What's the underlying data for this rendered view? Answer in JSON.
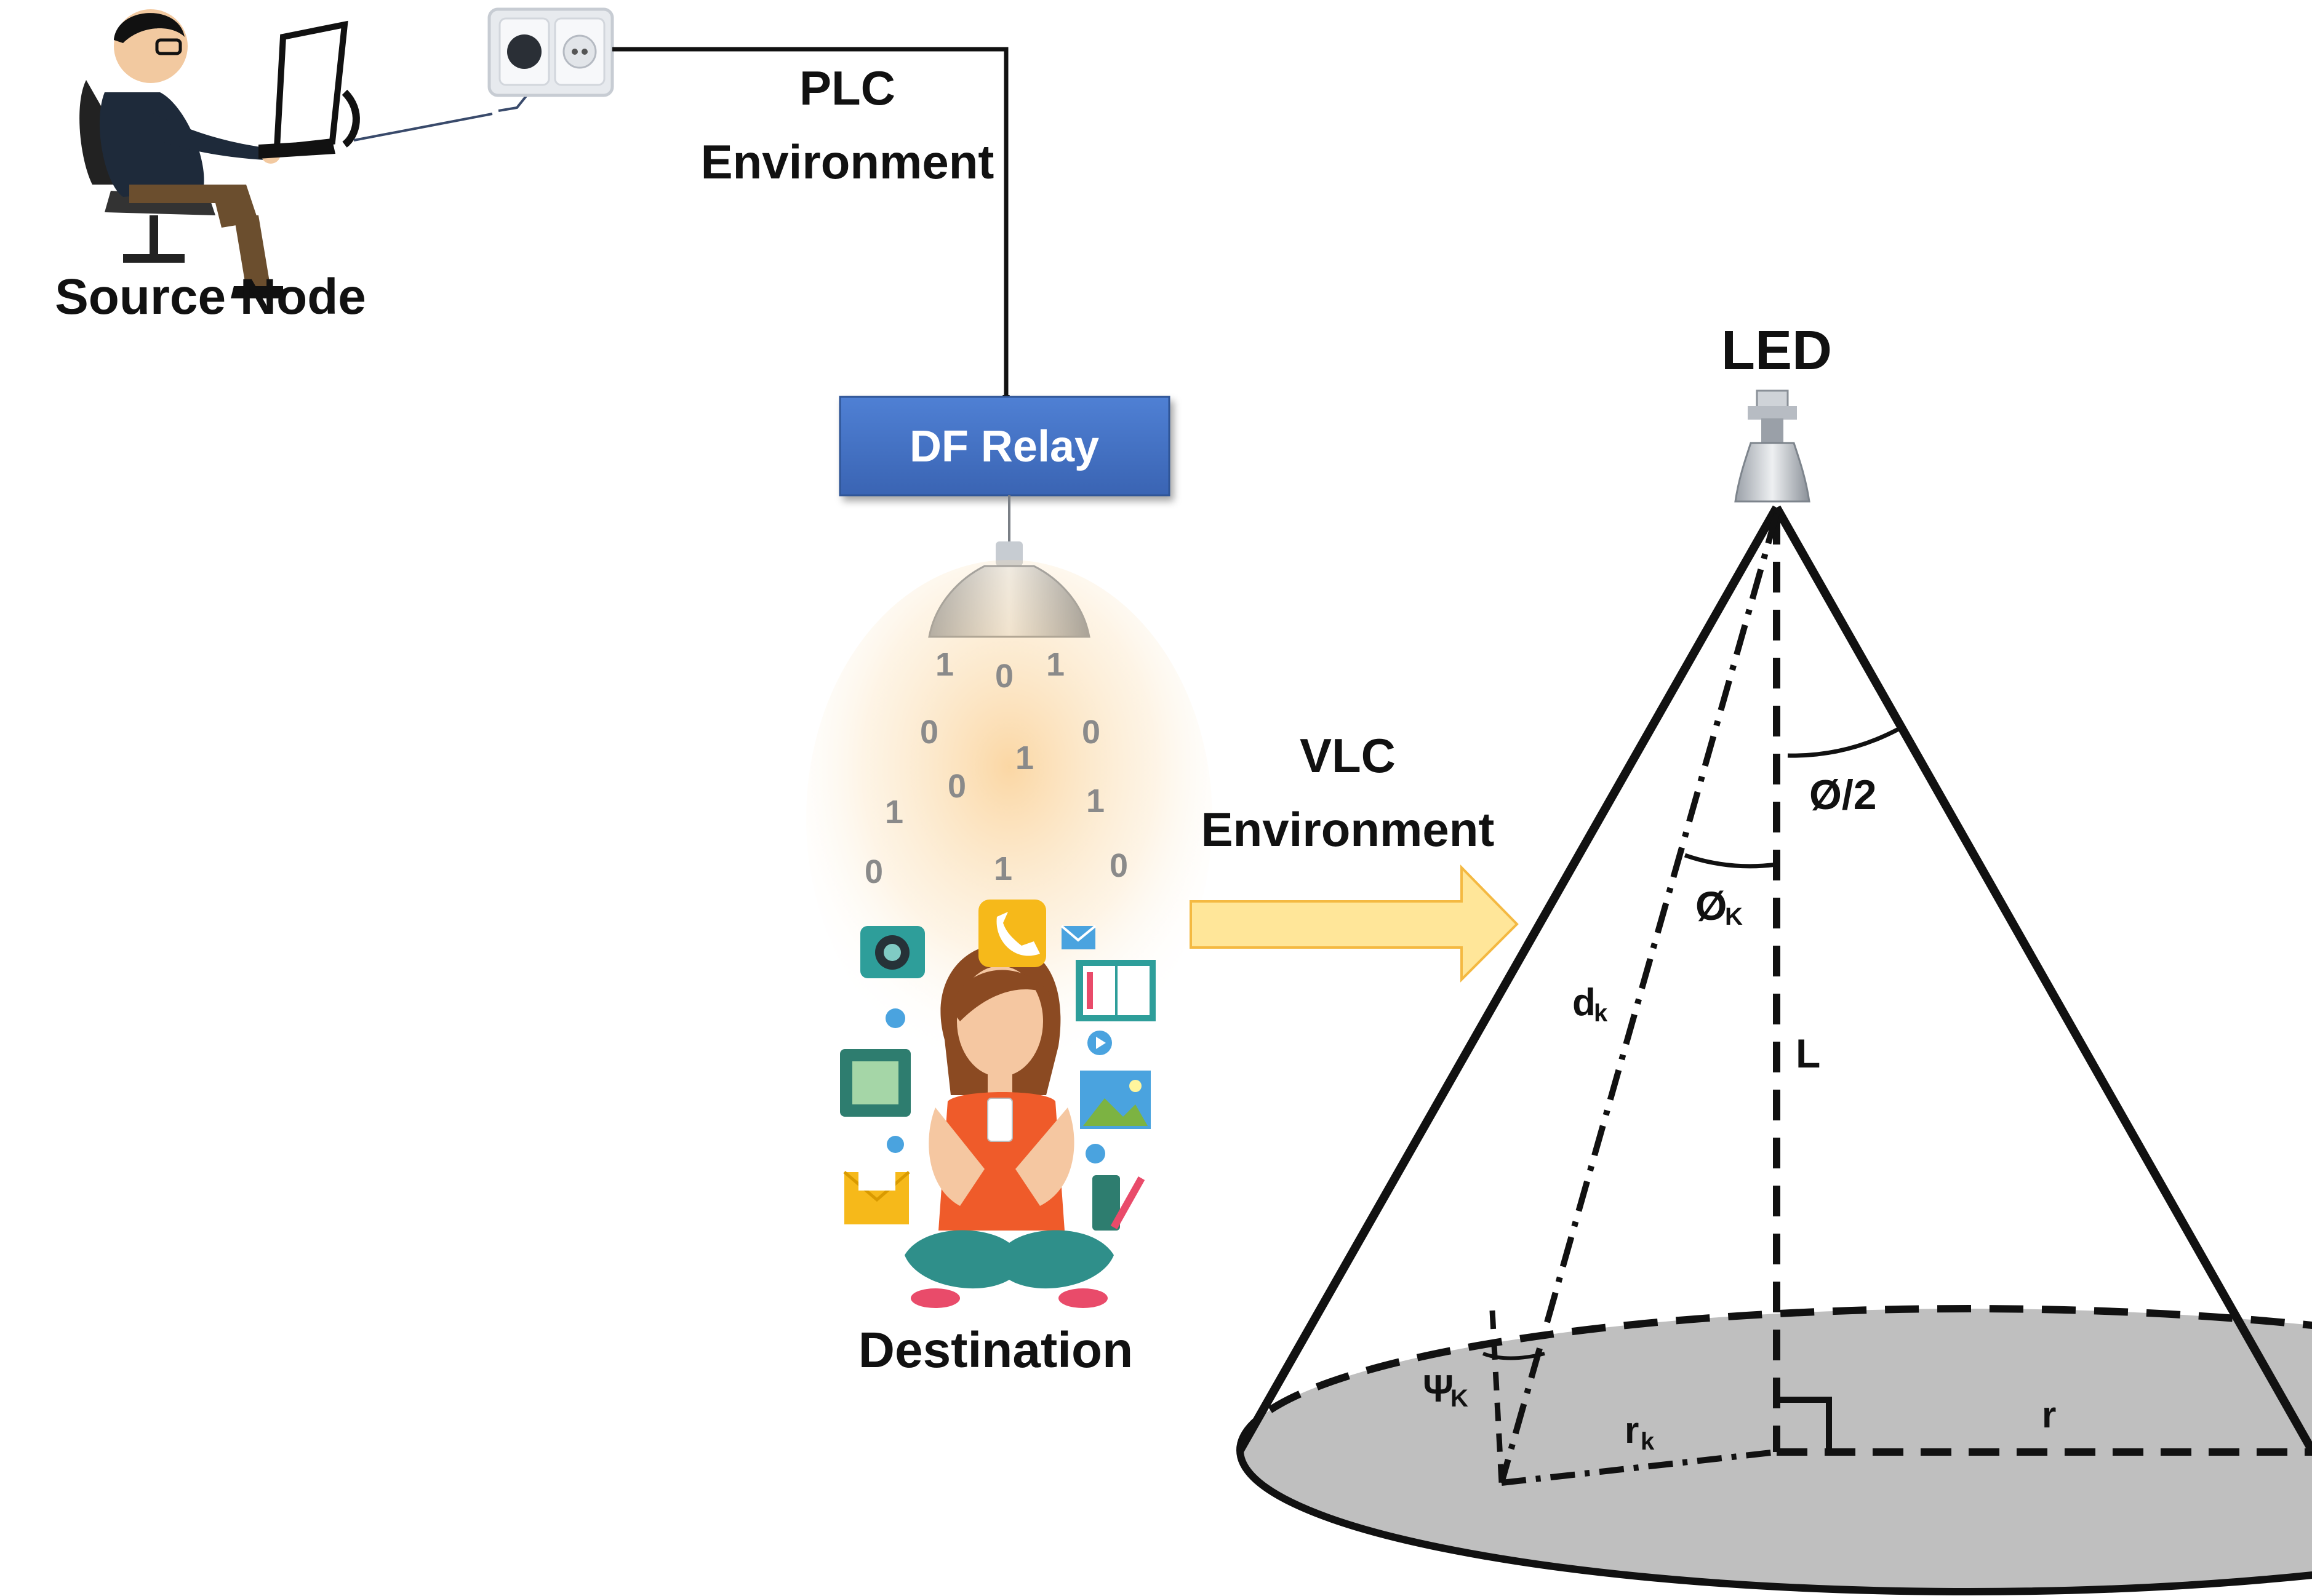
{
  "source": {
    "label": "Source Node"
  },
  "plc": {
    "label_line1": "PLC",
    "label_line2": "Environment"
  },
  "relay": {
    "label": "DF Relay"
  },
  "vlc": {
    "label_line1": "VLC",
    "label_line2": "Environment"
  },
  "destination": {
    "label": "Destination"
  },
  "bits": [
    "1",
    "0",
    "1",
    "0",
    "0",
    "1",
    "0",
    "1",
    "1",
    "0",
    "1",
    "0"
  ],
  "cone": {
    "led_label": "LED",
    "half_angle_label": "Ø/2",
    "phi_k_main": "Ø",
    "phi_k_sub": "K",
    "psi_k_main": "Ψ",
    "psi_k_sub": "K",
    "d_k_main": "d",
    "d_k_sub": "k",
    "r_k_main": "r",
    "r_k_sub": "k",
    "height_label": "L",
    "radius_label": "r"
  },
  "colors": {
    "relay_box": "#4472c4",
    "arrow_fill": "#ffe699",
    "arrow_stroke": "#f4b942",
    "ground_fill": "#bfbfbf",
    "glow": "#f7b65a"
  }
}
